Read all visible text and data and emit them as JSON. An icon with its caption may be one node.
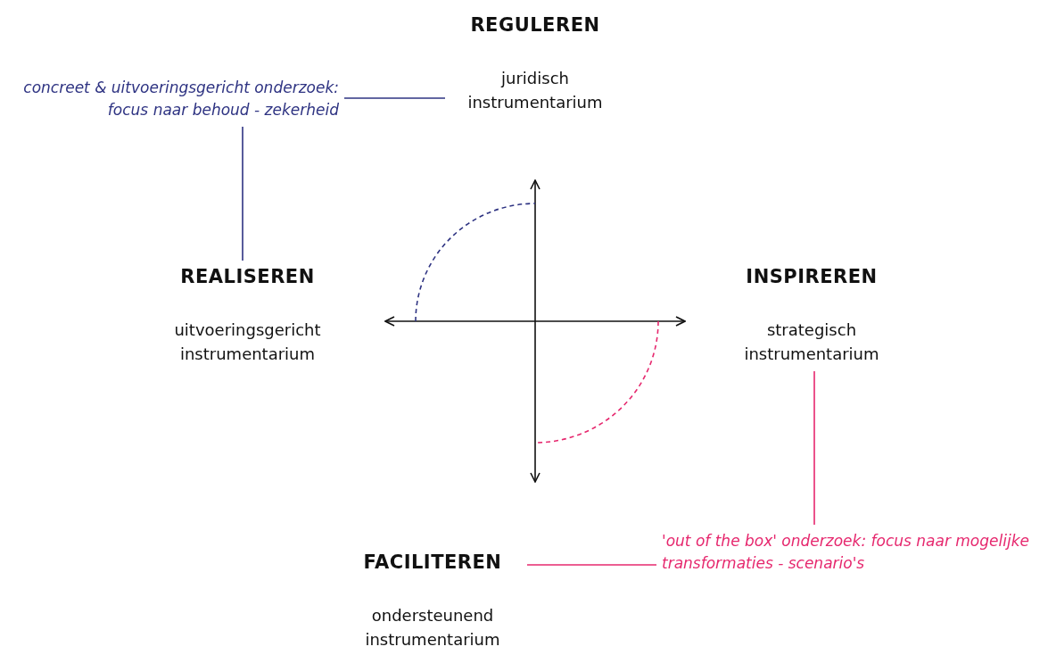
{
  "diagram": {
    "nodes": [
      {
        "text": [
          "REGULEREN",
          "juridisch instrumentarium"
        ]
      },
      {
        "text": [
          "concreet & uitvoeringsgericht onderzoek: focus naar behoud - zekerheid"
        ]
      },
      {
        "text": [
          "REALISEREN",
          "uitvoeringsgericht instrumentarium"
        ]
      },
      {
        "text": [
          "INSPIREREN",
          "strategisch instrumentarium"
        ]
      },
      {
        "text": [
          "FACILITEREN",
          "ondersteunend instrumentarium"
        ]
      },
      {
        "text": [
          "'out of the box' onderzoek: focus naar mogelijke transformaties - scenario's"
        ]
      }
    ],
    "edges": [
      {
        "from": 1,
        "to": 0,
        "arrow": "none",
        "color": "#2e3382"
      },
      {
        "from": 1,
        "to": 2,
        "arrow": "none",
        "color": "#2e3382"
      },
      {
        "from": 3,
        "to": 5,
        "arrow": "none",
        "color": "#e6286e"
      },
      {
        "from": 4,
        "to": 5,
        "arrow": "none",
        "color": "#e6286e"
      }
    ]
  }
}
